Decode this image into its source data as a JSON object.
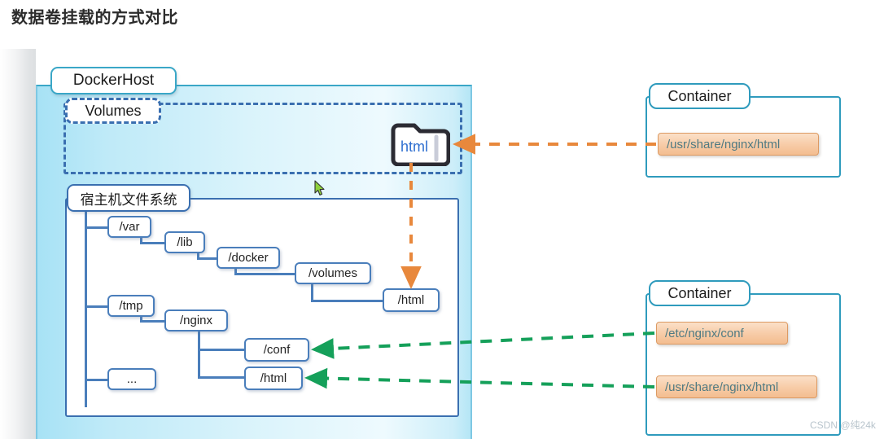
{
  "title": "数据卷挂载的方式对比",
  "host": {
    "panel_label": "DockerHost",
    "volumes_label": "Volumes",
    "volume_folder_label": "html",
    "filesystem_label": "宿主机文件系统",
    "tree": [
      {
        "id": "var",
        "label": "/var"
      },
      {
        "id": "lib",
        "label": "/lib"
      },
      {
        "id": "docker",
        "label": "/docker"
      },
      {
        "id": "volumes",
        "label": "/volumes"
      },
      {
        "id": "vol-html",
        "label": "/html"
      },
      {
        "id": "tmp",
        "label": "/tmp"
      },
      {
        "id": "nginx",
        "label": "/nginx"
      },
      {
        "id": "conf",
        "label": "/conf"
      },
      {
        "id": "bind-html",
        "label": "/html"
      },
      {
        "id": "ellipsis",
        "label": "..."
      }
    ]
  },
  "containers": [
    {
      "id": "container-top",
      "label": "Container",
      "mounts": [
        {
          "id": "mount-usr-share-nginx-html-top",
          "path": "/usr/share/nginx/html"
        }
      ]
    },
    {
      "id": "container-bottom",
      "label": "Container",
      "mounts": [
        {
          "id": "mount-etc-nginx-conf",
          "path": "/etc/nginx/conf"
        },
        {
          "id": "mount-usr-share-nginx-html-bottom",
          "path": "/usr/share/nginx/html"
        }
      ]
    }
  ],
  "colors": {
    "volume_arrow": "#e8883c",
    "bind_arrow": "#15a05a",
    "host_panel": "#a7e2f5",
    "tree_border": "#4a7ebb",
    "container_border": "#2f9bbd",
    "mount_chip": "#f7cba6"
  },
  "watermark": "CSDN @纯24k"
}
